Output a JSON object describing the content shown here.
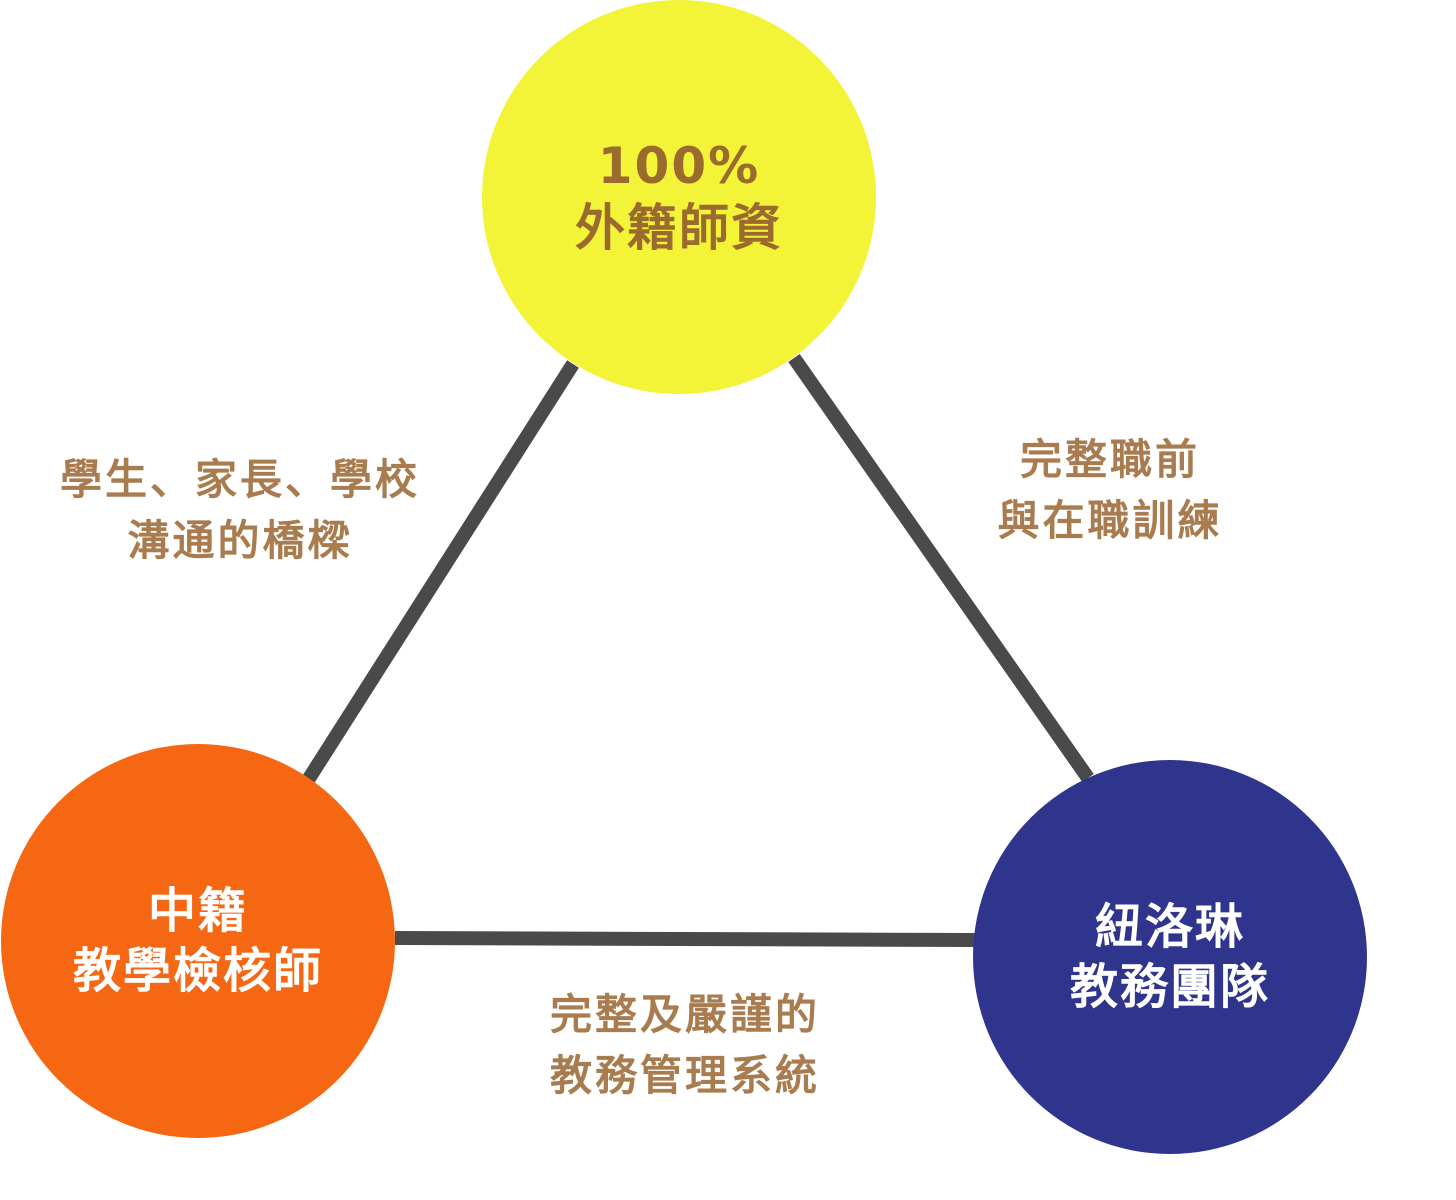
{
  "colors": {
    "line": "#4a4a4a",
    "label_text": "#a97c50",
    "top_fill": "#f3f337",
    "top_text": "#9a6a2e",
    "left_fill": "#f66713",
    "left_text": "#ffffff",
    "right_fill": "#2f348c",
    "right_text": "#ffffff"
  },
  "nodes": {
    "top": {
      "line1": "100%",
      "line2": "外籍師資"
    },
    "left": {
      "line1": "中籍",
      "line2": "教學檢核師"
    },
    "right": {
      "line1": "紐洛琳",
      "line2": "教務團隊"
    }
  },
  "edges": {
    "left": {
      "line1": "學生、家長、學校",
      "line2": "溝通的橋樑"
    },
    "right": {
      "line1": "完整職前",
      "line2": "與在職訓練"
    },
    "bottom": {
      "line1": "完整及嚴謹的",
      "line2": "教務管理系統"
    }
  }
}
